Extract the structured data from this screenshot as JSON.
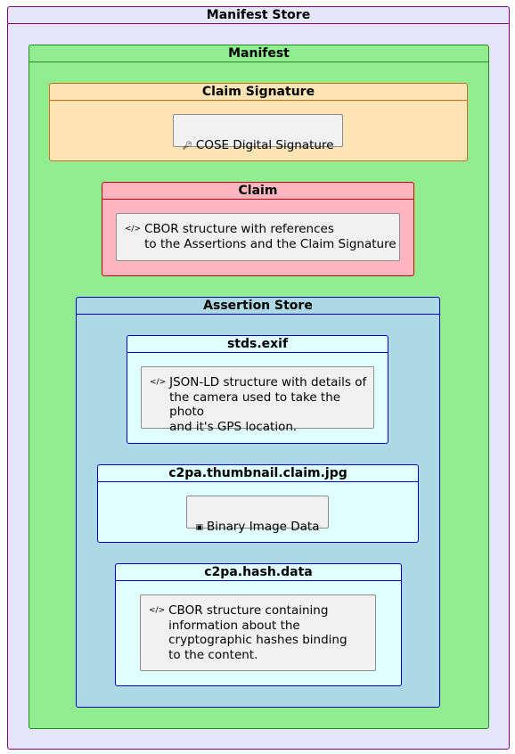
{
  "manifest_store": {
    "title": "Manifest Store"
  },
  "manifest": {
    "title": "Manifest"
  },
  "claim_signature": {
    "title": "Claim Signature",
    "note_icon": "key-icon",
    "note_text": "COSE Digital Signature"
  },
  "claim": {
    "title": "Claim",
    "note_icon": "code-icon",
    "note_text": "CBOR structure with references\nto the Assertions and the Claim Signature"
  },
  "assertion_store": {
    "title": "Assertion Store",
    "stds_exif": {
      "title": "stds.exif",
      "note_icon": "code-icon",
      "note_text": "JSON-LD structure with details of\nthe camera used to take the photo\nand it's GPS location."
    },
    "thumbnail": {
      "title": "c2pa.thumbnail.claim.jpg",
      "note_icon": "image-icon",
      "note_text": "Binary Image Data"
    },
    "hash_data": {
      "title": "c2pa.hash.data",
      "note_icon": "code-icon",
      "note_text": "CBOR structure containing\ninformation about the\ncryptographic hashes binding\nto the content."
    }
  },
  "colors": {
    "manifest_store_bg": "#E6E6FA",
    "manifest_store_border": "#800080",
    "manifest_bg": "#90EE90",
    "manifest_border": "#228B22",
    "claim_signature_bg": "#FFE4B5",
    "claim_signature_border": "#D2691E",
    "claim_bg": "#FFB6C1",
    "claim_border": "#CC0000",
    "assertion_store_bg": "#ADD8E6",
    "assertion_store_border": "#0000CD",
    "assertion_bg": "#E0FFFF",
    "assertion_border": "#0000CD",
    "note_bg": "#F1F1F1"
  }
}
